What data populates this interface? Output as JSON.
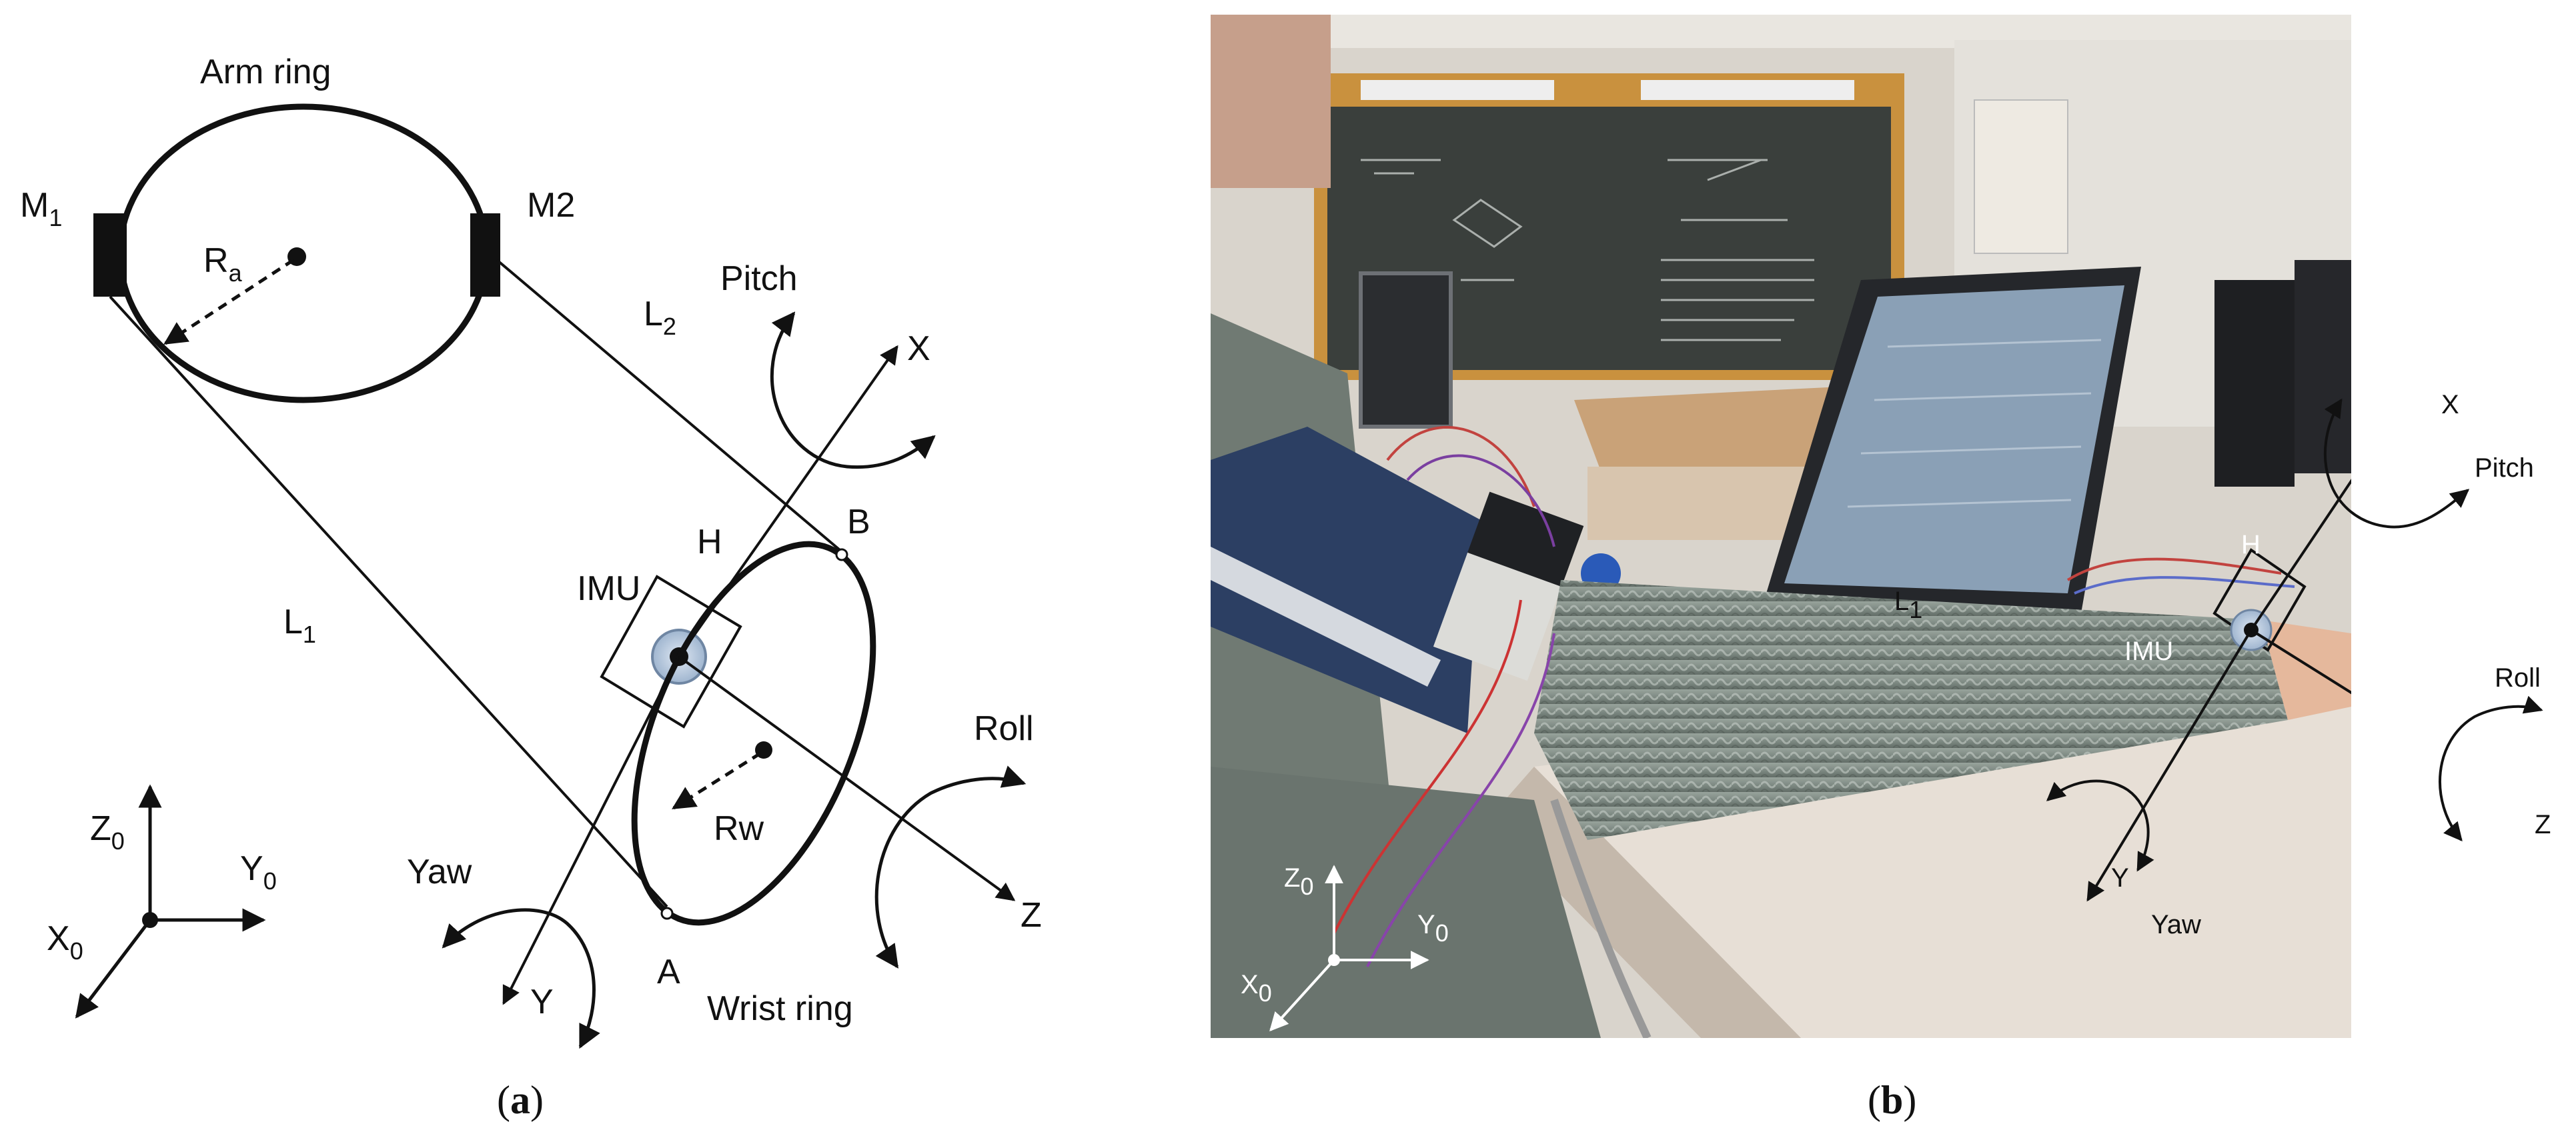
{
  "panel_a": {
    "arm_ring": "Arm ring",
    "m1": "M",
    "m1_sub": "1",
    "m2": "M2",
    "ra": "R",
    "ra_sub": "a",
    "l2": "L",
    "l2_sub": "2",
    "l1": "L",
    "l1_sub": "1",
    "pitch": "Pitch",
    "x": "X",
    "h": "H",
    "b": "B",
    "imu": "IMU",
    "roll": "Roll",
    "rw": "Rw",
    "z": "Z",
    "yaw": "Yaw",
    "y": "Y",
    "a": "A",
    "wrist_ring": "Wrist ring",
    "z0": "Z",
    "z0_sub": "0",
    "y0": "Y",
    "y0_sub": "0",
    "x0": "X",
    "x0_sub": "0",
    "caption_open": "(",
    "caption_letter": "a",
    "caption_close": ")"
  },
  "panel_b": {
    "x": "X",
    "pitch": "Pitch",
    "h": "H",
    "l1": "L",
    "l1_sub": "1",
    "imu": "IMU",
    "roll": "Roll",
    "z": "Z",
    "y": "Y",
    "yaw": "Yaw",
    "z0": "Z",
    "z0_sub": "0",
    "y0": "Y",
    "y0_sub": "0",
    "x0": "X",
    "x0_sub": "0",
    "caption_open": "(",
    "caption_letter": "b",
    "caption_close": ")"
  }
}
